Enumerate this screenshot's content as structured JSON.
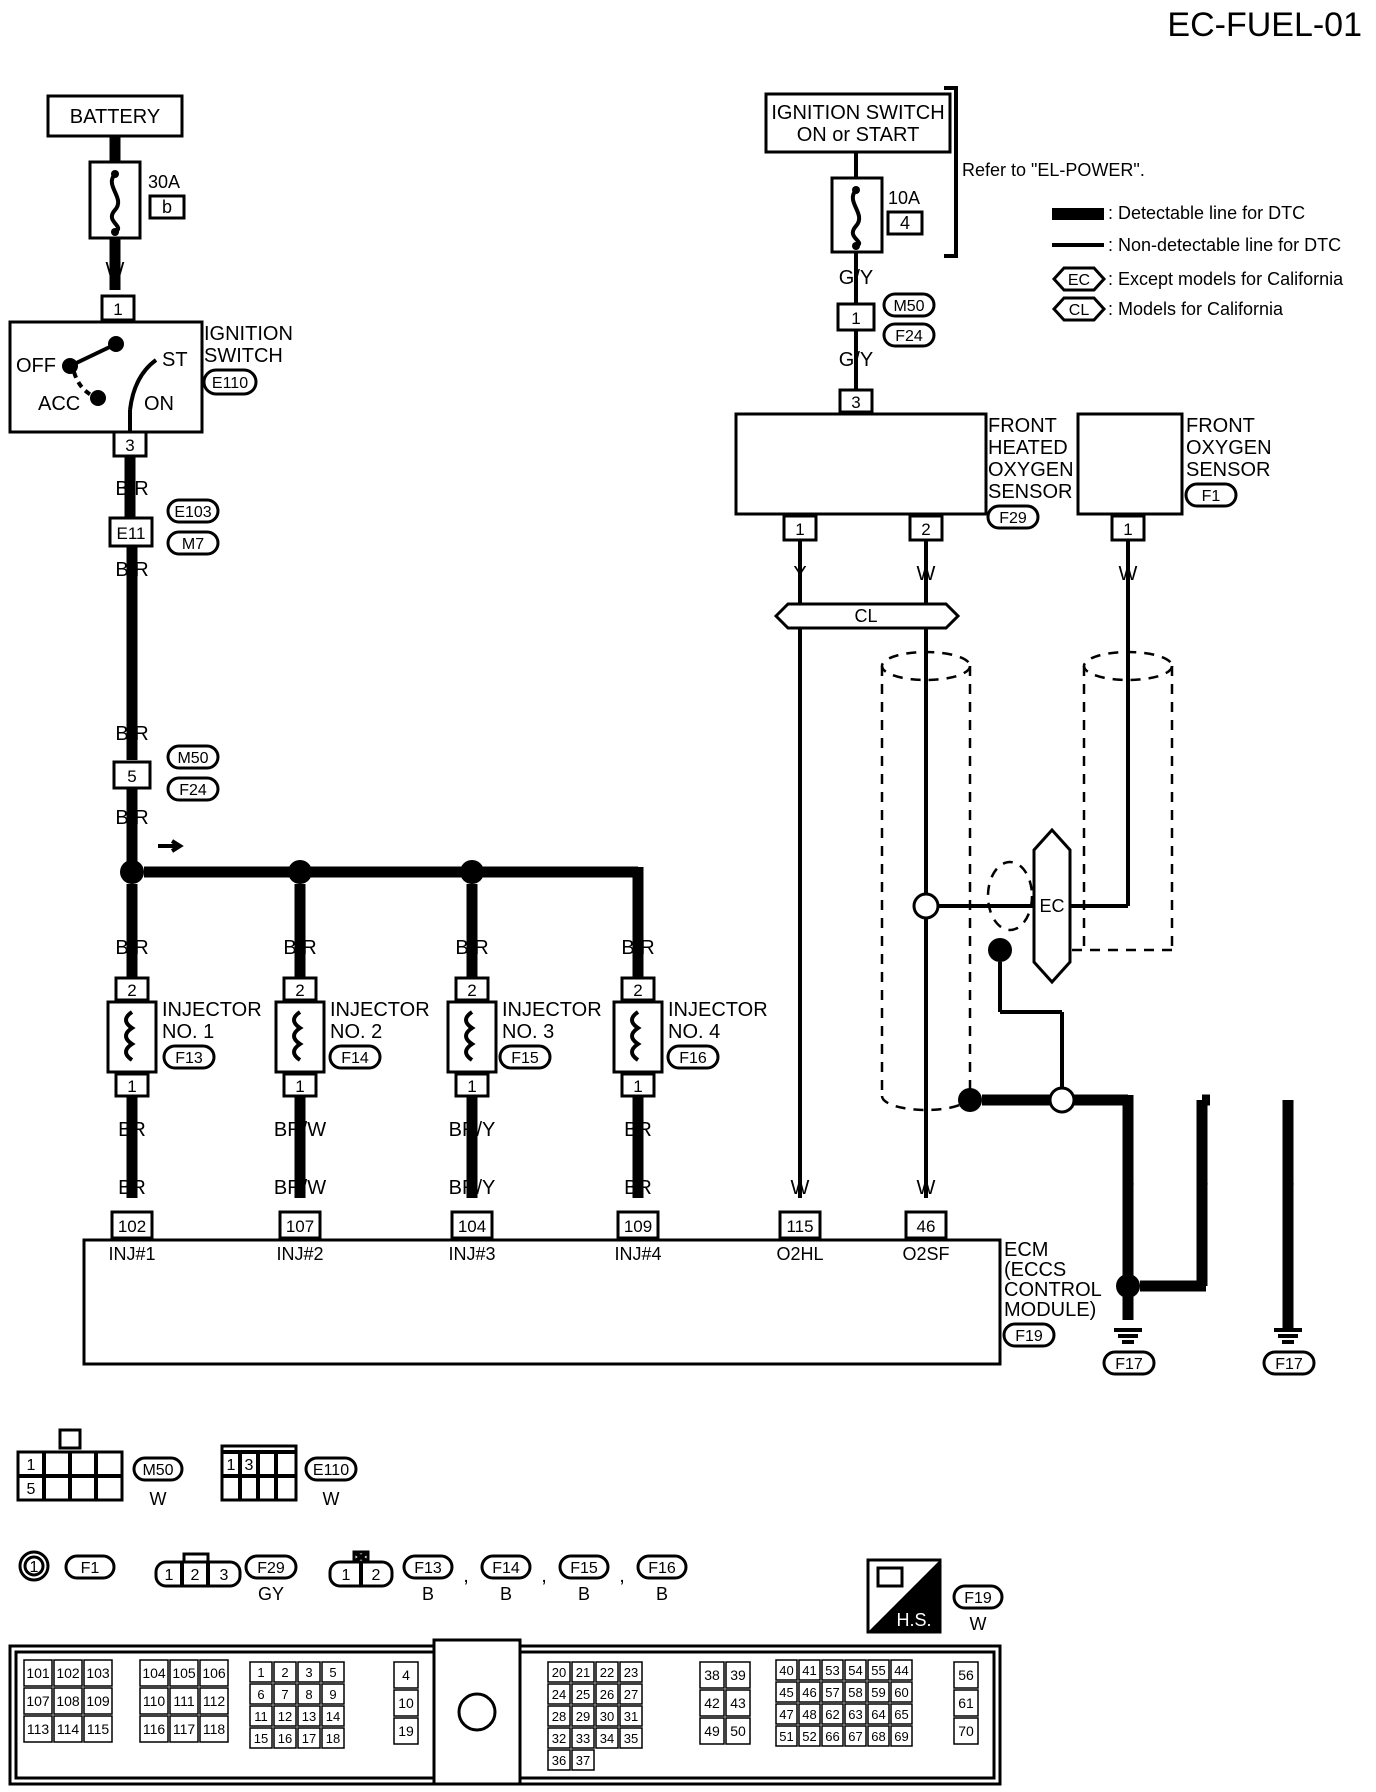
{
  "page_id": "EC-FUEL-01",
  "legend": {
    "detectable": ": Detectable line for DTC",
    "non_detectable": ": Non-detectable line for DTC",
    "ec": ": Except models for California",
    "cl": ": Models for California",
    "ec_tag": "EC",
    "cl_tag": "CL"
  },
  "refer_note": "Refer to \"EL-POWER\".",
  "battery": {
    "label": "BATTERY",
    "fuse": "30A",
    "fuse_id": "b"
  },
  "ign_power": {
    "label_line1": "IGNITION SWITCH",
    "label_line2": "ON or START",
    "fuse": "10A",
    "fuse_id": "4"
  },
  "ignition_switch": {
    "label_line1": "IGNITION",
    "label_line2": "SWITCH",
    "conn": "E110",
    "positions": {
      "off": "OFF",
      "acc": "ACC",
      "on": "ON",
      "st": "ST"
    },
    "pin_in": "1",
    "pin_out": "3"
  },
  "wires": {
    "w": "W",
    "gy": "G/Y",
    "br_r": "B/R",
    "y": "Y",
    "br": "BR",
    "br_w": "BR/W",
    "br_y": "BR/Y",
    "b": "B"
  },
  "connectors": {
    "e11": "E11",
    "e103": "E103",
    "m7": "M7",
    "m50": "M50",
    "f24": "F24",
    "pin_5": "5",
    "pin_1": "1",
    "pin_2": "2",
    "pin_3": "3"
  },
  "front_heated_o2": {
    "l1": "FRONT",
    "l2": "HEATED",
    "l3": "OXYGEN",
    "l4": "SENSOR",
    "conn": "F29"
  },
  "front_o2": {
    "l1": "FRONT",
    "l2": "OXYGEN",
    "l3": "SENSOR",
    "conn": "F1"
  },
  "cl_box": "CL",
  "ec_box": "EC",
  "injectors": [
    {
      "l1": "INJECTOR",
      "l2": "NO. 1",
      "conn": "F13"
    },
    {
      "l1": "INJECTOR",
      "l2": "NO. 2",
      "conn": "F14"
    },
    {
      "l1": "INJECTOR",
      "l2": "NO. 3",
      "conn": "F15"
    },
    {
      "l1": "INJECTOR",
      "l2": "NO. 4",
      "conn": "F16"
    }
  ],
  "ecm": {
    "l1": "ECM",
    "l2": "(ECCS",
    "l3": "CONTROL",
    "l4": "MODULE)",
    "conn": "F19",
    "terminals": [
      {
        "pin": "102",
        "name": "INJ#1"
      },
      {
        "pin": "107",
        "name": "INJ#2"
      },
      {
        "pin": "104",
        "name": "INJ#3"
      },
      {
        "pin": "109",
        "name": "INJ#4"
      },
      {
        "pin": "115",
        "name": "O2HL"
      },
      {
        "pin": "46",
        "name": "O2SF"
      }
    ]
  },
  "grounds": [
    "F17",
    "F17"
  ],
  "connector_views": {
    "m50": {
      "id": "M50",
      "color": "W",
      "pins": [
        "1",
        "5"
      ]
    },
    "e110": {
      "id": "E110",
      "color": "W",
      "pins": [
        "1",
        "3"
      ]
    },
    "f1": {
      "id": "F1",
      "pin": "1"
    },
    "f29": {
      "id": "F29",
      "color": "GY",
      "pins": [
        "1",
        "2",
        "3"
      ]
    },
    "inj": {
      "ids": [
        "F13",
        "F14",
        "F15",
        "F16"
      ],
      "color": "B",
      "pins": [
        "1",
        "2"
      ],
      "sep": ","
    },
    "f19": {
      "id": "F19",
      "color": "W",
      "hs": "H.S."
    }
  },
  "ecm_pin_groups": [
    [
      "101",
      "102",
      "103",
      "107",
      "108",
      "109",
      "113",
      "114",
      "115"
    ],
    [
      "104",
      "105",
      "106",
      "110",
      "111",
      "112",
      "116",
      "117",
      "118"
    ],
    [
      "1",
      "2",
      "3",
      "5",
      "6",
      "7",
      "8",
      "9",
      "11",
      "12",
      "13",
      "14",
      "15",
      "16",
      "17",
      "18"
    ],
    [
      "4",
      "10",
      "19"
    ],
    [
      "20",
      "21",
      "22",
      "23",
      "24",
      "25",
      "26",
      "27",
      "28",
      "29",
      "30",
      "31",
      "32",
      "33",
      "34",
      "35",
      "36",
      "37"
    ],
    [
      "38",
      "39",
      "42",
      "43",
      "49",
      "50"
    ],
    [
      "40",
      "41",
      "53",
      "54",
      "55",
      "44",
      "45",
      "46",
      "57",
      "58",
      "59",
      "60",
      "47",
      "48",
      "62",
      "63",
      "64",
      "65",
      "51",
      "52",
      "66",
      "67",
      "68",
      "69"
    ],
    [
      "56",
      "61",
      "70"
    ]
  ]
}
